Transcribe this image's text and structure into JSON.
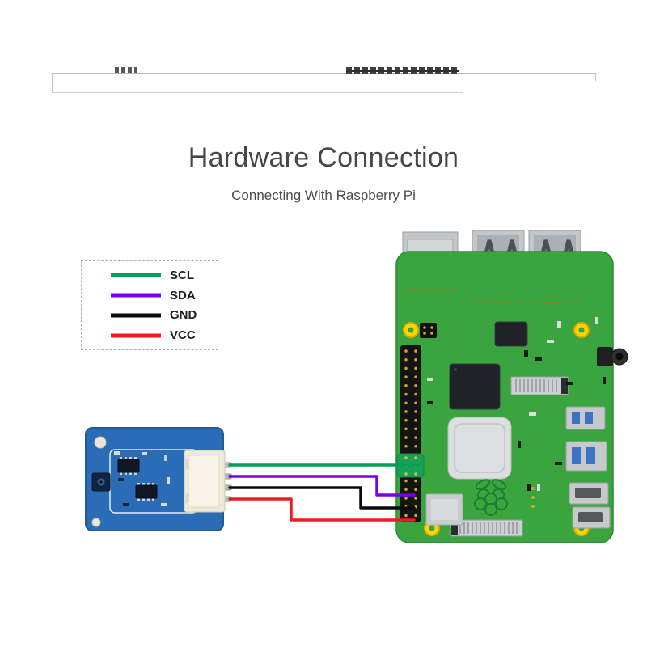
{
  "page": {
    "title": "Hardware Connection",
    "subtitle": "Connecting With Raspberry Pi"
  },
  "legend": {
    "items": [
      {
        "label": "SCL",
        "color": "#00a05b"
      },
      {
        "label": "SDA",
        "color": "#7a00e6"
      },
      {
        "label": "GND",
        "color": "#0a0a0a"
      },
      {
        "label": "VCC",
        "color": "#ee1b24"
      }
    ]
  },
  "colors": {
    "sensor_pcb": "#2a6cb5",
    "pi_pcb": "#3aa53f",
    "mount_hole": "#ffd400",
    "gpio_highlight": "#17a257"
  }
}
